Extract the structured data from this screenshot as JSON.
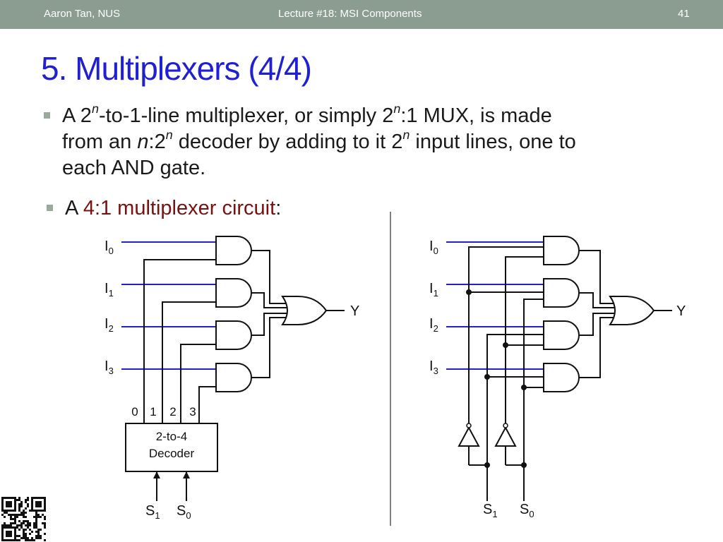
{
  "header": {
    "author": "Aaron Tan, NUS",
    "lecture": "Lecture #18: MSI Components",
    "page_number": "41",
    "bar_color": "#8a9d90"
  },
  "slide": {
    "title": "5. Multiplexers (4/4)",
    "title_color": "#1f1fd6",
    "accent_color": "#7b1010",
    "bullet1": {
      "p1": "A 2",
      "sup1": "n",
      "p2": "-to-1-line multiplexer, or simply 2",
      "sup2": "n",
      "p3": ":1 MUX, is made",
      "p4": "from an ",
      "var": "n",
      "p5": ":2",
      "sup3": "n",
      "p6": " decoder by adding to it 2",
      "sup4": "n",
      "p7": " input lines, one to",
      "p8": "each AND gate."
    },
    "bullet2": {
      "prefix": "A ",
      "highlight": "4:1 multiplexer circuit",
      "suffix": ":"
    }
  },
  "circuit_left": {
    "inputs": [
      "I",
      "I",
      "I",
      "I"
    ],
    "input_subs": [
      "0",
      "1",
      "2",
      "3"
    ],
    "output": "Y",
    "decoder_outputs": [
      "0",
      "1",
      "2",
      "3"
    ],
    "decoder_line1": "2-to-4",
    "decoder_line2": "Decoder",
    "select": [
      "S",
      "S"
    ],
    "select_subs": [
      "1",
      "0"
    ]
  },
  "circuit_right": {
    "inputs": [
      "I",
      "I",
      "I",
      "I"
    ],
    "input_subs": [
      "0",
      "1",
      "2",
      "3"
    ],
    "output": "Y",
    "select": [
      "S",
      "S"
    ],
    "select_subs": [
      "1",
      "0"
    ]
  }
}
